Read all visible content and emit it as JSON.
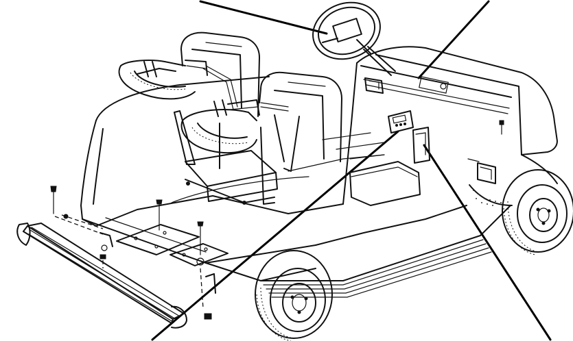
{
  "figure": {
    "colors": {
      "ink": "#111111",
      "background": "#ffffff"
    },
    "leader_lines": [
      "top-left",
      "top-right",
      "bottom-left",
      "bottom-right"
    ]
  }
}
